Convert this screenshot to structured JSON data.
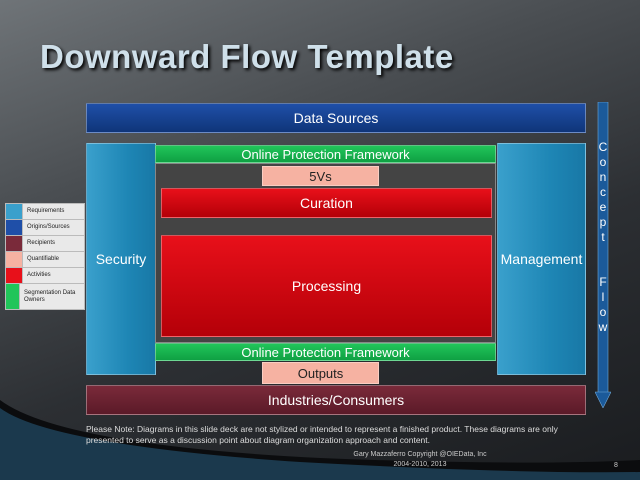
{
  "title": "Downward Flow Template",
  "boxes": {
    "data_sources": "Data Sources",
    "security": "Security",
    "management": "Management",
    "opf_top": "Online Protection Framework",
    "five_vs": "5Vs",
    "curation": "Curation",
    "processing": "Processing",
    "opf_bottom": "Online Protection Framework",
    "outputs": "Outputs",
    "industries": "Industries/Consumers"
  },
  "concept_flow": [
    "C",
    "o",
    "n",
    "c",
    "e",
    "p",
    "t",
    "",
    "F",
    "l",
    "o",
    "w"
  ],
  "legend": [
    {
      "label": "Requirements",
      "color": "#3aa0cc"
    },
    {
      "label": "Origins/Sources",
      "color": "#1f4fa8"
    },
    {
      "label": "Recipients",
      "color": "#7a2a3a"
    },
    {
      "label": "Quantifiable",
      "color": "#f6b2a2"
    },
    {
      "label": "Activities",
      "color": "#e8101a"
    },
    {
      "label": "Segmentation Data Owners",
      "color": "#21c55a"
    }
  ],
  "note": {
    "prefix": "Please Note:",
    "text": " Diagrams in this slide deck are not stylized or intended to represent a finished product. These diagrams are only presented to serve as a discussion point about diagram organization approach and content."
  },
  "copyright_line1": "Gary Mazzaferro Copyright @OIEData, Inc",
  "copyright_line2": "2004-2010, 2013",
  "page_number": "8"
}
